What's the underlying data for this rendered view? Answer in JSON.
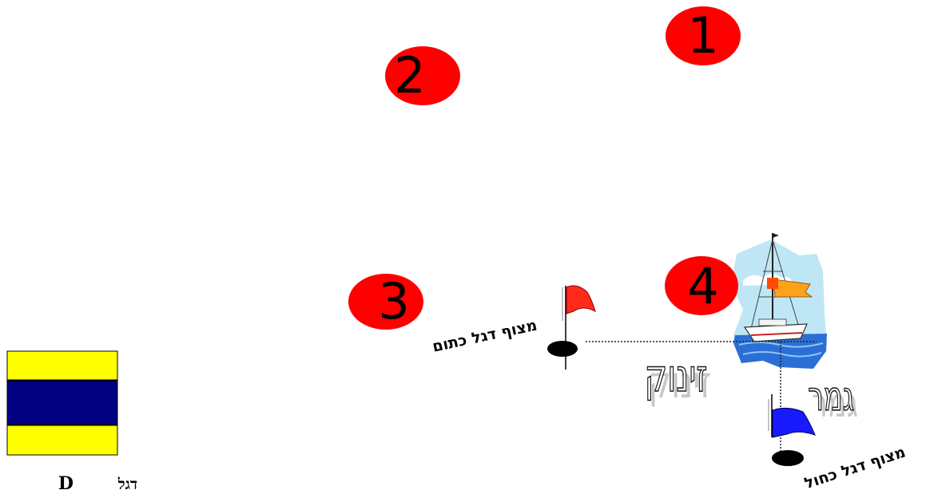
{
  "marks": [
    {
      "label": "1",
      "fill": "#ff0000"
    },
    {
      "label": "2",
      "fill": "#ff0000"
    },
    {
      "label": "3",
      "fill": "#ff0000"
    },
    {
      "label": "4",
      "fill": "#ff0000"
    }
  ],
  "labels": {
    "red_flag_spotter": "מצוף דגל כתום",
    "blue_flag_spotter": "מצוף דגל כחול",
    "zinuk": "זינוק",
    "gmar": "גמר"
  },
  "d_flag": {
    "caption_hebrew": "דגל",
    "caption_letter": "D",
    "colors": {
      "yellow": "#ffff00",
      "blue": "#000080"
    }
  },
  "colors": {
    "buoy_red": "#ff0000",
    "flag_red": "#ff2a1a",
    "flag_blue": "#1a1aff",
    "sky": "#bfe6f5",
    "sea": "#2b6fd6"
  },
  "icons": [
    "sailboat-icon",
    "red-flag-icon",
    "blue-flag-icon"
  ]
}
